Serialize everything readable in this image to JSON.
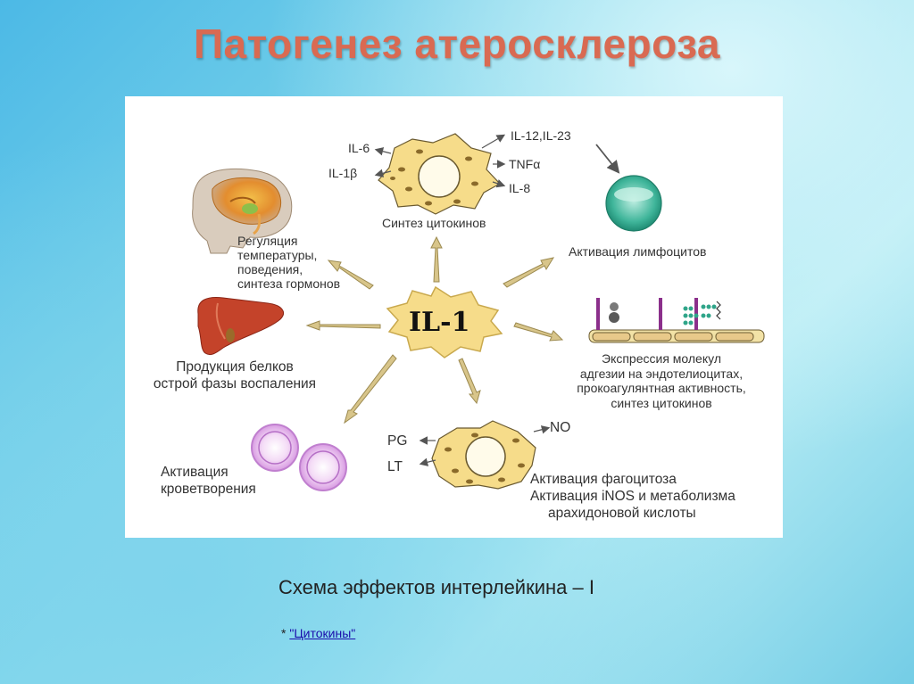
{
  "title": "Патогенез атеросклероза",
  "diagram": {
    "center": "IL-1",
    "cytokine_cell": {
      "left_labels": [
        "IL-6",
        "IL-1β"
      ],
      "right_labels": [
        "IL-12,IL-23",
        "TNFα",
        "IL-8"
      ],
      "caption": "Синтез цитокинов"
    },
    "lymphocyte_caption": "Активация лимфоцитов",
    "brain_caption": [
      "Регуляция",
      "температуры,",
      "поведения,",
      "синтеза гормонов"
    ],
    "liver_caption": [
      "Продукция белков",
      "острой фазы воспаления"
    ],
    "endothelium_caption": [
      "Экспрессия молекул",
      "адгезии на эндотелиоцитах,",
      "прокоагулянтная активность,",
      "синтез цитокинов"
    ],
    "blood_caption": [
      "Активация",
      "кроветворения"
    ],
    "phagocyte": {
      "left_labels": [
        "PG",
        "LT"
      ],
      "right_label": "NO",
      "caption": [
        "Активация фагоцитоза",
        "Активация iNOS и метаболизма",
        "арахидоновой кислоты"
      ]
    }
  },
  "caption": "Схема эффектов интерлейкина – I",
  "reference": {
    "prefix": "* ",
    "link": "\"Цитокины\""
  },
  "colors": {
    "title": "#d96a52",
    "cell_fill": "#f6dc8a",
    "lymphocyte": "#2fa589",
    "blood_cell": "#e2b3ea",
    "liver": "#c4432a",
    "arrow": "#d8c58a"
  }
}
